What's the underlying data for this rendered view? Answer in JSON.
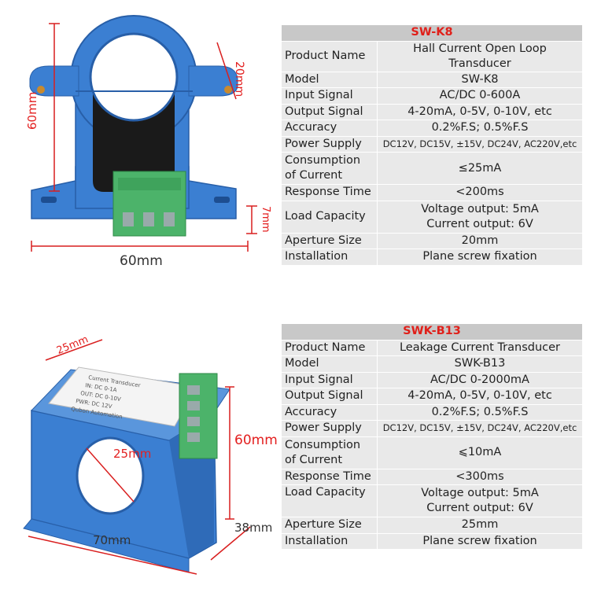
{
  "colors": {
    "accent": "#e0201a",
    "row_bg": "#e9e9e9",
    "header_bg": "#c8c8c8",
    "device_blue": "#3b7fd2",
    "terminal_green": "#4cb36a"
  },
  "product1": {
    "title": "SW-K8",
    "dims": {
      "height": "60mm",
      "width": "60mm",
      "aperture": "20mm",
      "base": "7mm"
    },
    "rows": [
      {
        "label": "Product Name",
        "value": "Hall Current Open Loop Transducer"
      },
      {
        "label": "Model",
        "value": "SW-K8"
      },
      {
        "label": "Input Signal",
        "value": "AC/DC 0-600A"
      },
      {
        "label": "Output Signal",
        "value": "4-20mA, 0-5V, 0-10V, etc"
      },
      {
        "label": "Accuracy",
        "value": "0.2%F.S; 0.5%F.S"
      },
      {
        "label": "Power Supply",
        "value": "DC12V, DC15V, ±15V, DC24V, AC220V,etc"
      },
      {
        "label": "Consumption\nof Current",
        "value": "≤25mA"
      },
      {
        "label": "Response Time",
        "value": "<200ms"
      },
      {
        "label": "Load Capacity",
        "value": "Voltage output: 5mA\nCurrent output: 6V"
      },
      {
        "label": "Aperture Size",
        "value": "20mm"
      },
      {
        "label": "Installation",
        "value": "Plane screw  fixation"
      }
    ]
  },
  "product2": {
    "title": "SWK-B13",
    "dims": {
      "depth": "25mm",
      "aperture": "25mm",
      "height": "60mm",
      "width": "70mm",
      "thickness": "38mm"
    },
    "label_text": [
      "Current Transducer",
      "IN: DC 0-1A",
      "OUT: DC 0-10V",
      "PWR: DC 12V",
      "Qubon Automation"
    ],
    "rows": [
      {
        "label": "Product Name",
        "value": "Leakage Current Transducer"
      },
      {
        "label": "Model",
        "value": "SWK-B13"
      },
      {
        "label": "Input Signal",
        "value": "AC/DC 0-2000mA"
      },
      {
        "label": "Output Signal",
        "value": "4-20mA, 0-5V, 0-10V, etc"
      },
      {
        "label": "Accuracy",
        "value": "0.2%F.S; 0.5%F.S"
      },
      {
        "label": "Power Supply",
        "value": "DC12V, DC15V, ±15V, DC24V, AC220V,etc"
      },
      {
        "label": "Consumption\nof Current",
        "value": "⩽10mA"
      },
      {
        "label": "Response Time",
        "value": "<300ms"
      },
      {
        "label": "Load Capacity",
        "value": "Voltage output: 5mA\nCurrent output: 6V"
      },
      {
        "label": "Aperture Size",
        "value": "25mm"
      },
      {
        "label": "Installation",
        "value": "Plane screw  fixation"
      }
    ]
  }
}
